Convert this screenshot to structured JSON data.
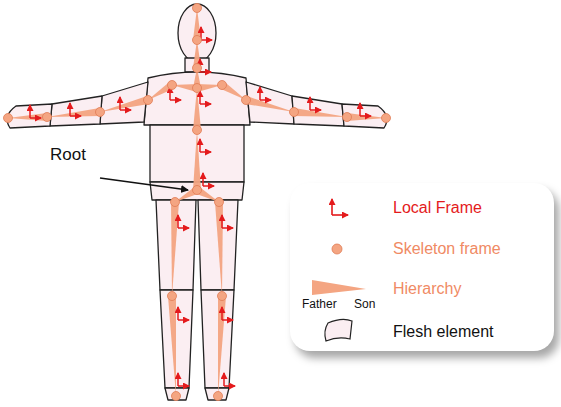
{
  "diagram": {
    "labels": [
      "Root",
      "Father",
      "Son"
    ],
    "legend": [
      {
        "text": "Local Frame"
      },
      {
        "text": "Skeleton frame"
      },
      {
        "text": "Hierarchy"
      },
      {
        "text": "Flesh element"
      }
    ]
  }
}
